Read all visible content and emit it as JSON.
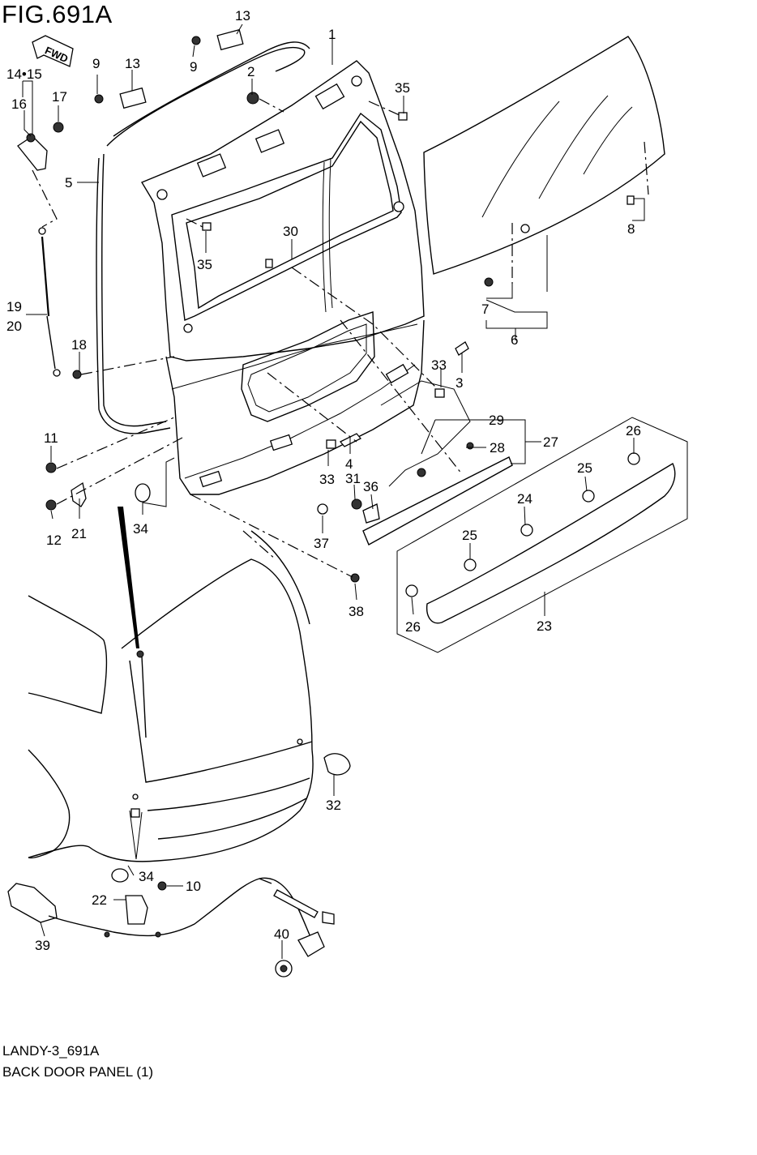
{
  "figure": {
    "title": "FIG.691A",
    "direction_label": "FWD",
    "diagram_code": "LANDY-3_691A",
    "diagram_name": "BACK DOOR PANEL (1)"
  },
  "callouts": {
    "c1": "1",
    "c2": "2",
    "c3": "3",
    "c4": "4",
    "c5": "5",
    "c6": "6",
    "c7": "7",
    "c8": "8",
    "c9a": "9",
    "c9b": "9",
    "c10": "10",
    "c11": "11",
    "c12": "12",
    "c13a": "13",
    "c13b": "13",
    "c14_15": "14•15",
    "c16": "16",
    "c17": "17",
    "c18": "18",
    "c19": "19",
    "c20": "20",
    "c21": "21",
    "c22": "22",
    "c23": "23",
    "c24": "24",
    "c25a": "25",
    "c25b": "25",
    "c26a": "26",
    "c26b": "26",
    "c27": "27",
    "c28": "28",
    "c29": "29",
    "c30": "30",
    "c31": "31",
    "c32": "32",
    "c33a": "33",
    "c33b": "33",
    "c34a": "34",
    "c34b": "34",
    "c35a": "35",
    "c35b": "35",
    "c36": "36",
    "c37": "37",
    "c38": "38",
    "c39": "39",
    "c40": "40"
  }
}
